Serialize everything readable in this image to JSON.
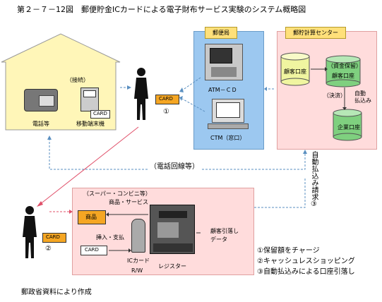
{
  "title": "第２－７－12図　郵便貯金ICカードによる電子財布サービス実験のシステム概略図",
  "post_office": {
    "label": "郵便局",
    "atm": "ATM－ＣＤ",
    "ctm": "CTM（窓口）"
  },
  "center": {
    "label": "郵貯計算センター",
    "customer_account": "顧客口座",
    "fund_hold_label": "（資金保留）",
    "fund_hold_account": "顧客口座",
    "settlement": "（決済）",
    "auto_pay": "自動\n払込み",
    "company_account": "企業口座"
  },
  "home": {
    "connect": "（接続）",
    "phone": "電話等",
    "mobile": "移動端末機",
    "card": "CARD"
  },
  "person1": {
    "card": "CARD",
    "num": "①"
  },
  "person2": {
    "card": "CARD",
    "num": "②"
  },
  "phone_line": "（電話回線等）",
  "auto_request": "自動払込み請求③",
  "store": {
    "label": "（スーパー・コンビニ等）",
    "goods_service": "商品・サービス",
    "goods": "商品",
    "insert_pay": "挿入・支払",
    "card": "CARD",
    "ic_card": "ICカード",
    "rw": "R/W",
    "register": "レジスター",
    "drop_data": "顧客引落し\nデータ"
  },
  "legend": [
    "①保留額をチャージ",
    "②キャッシュレスショッピング",
    "③自動払込みによる口座引落し"
  ],
  "source": "郵政省資料により作成",
  "colors": {
    "pink": "#ffdcdc",
    "blue": "#9cc8f0",
    "yellowgreen": "#f0f5a0",
    "green": "#7fd07f",
    "house": "#fff6b8",
    "arrow_red": "#e0506a",
    "arrow_blue": "#5a8fc0"
  }
}
